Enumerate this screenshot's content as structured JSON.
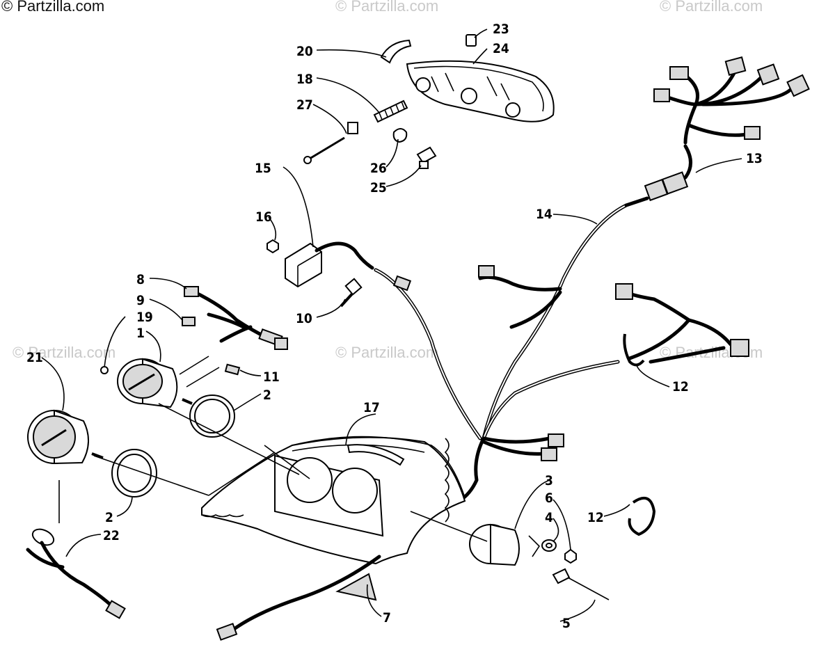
{
  "watermarks": {
    "top_left": "© Partzilla.com",
    "top_center": "© Partzilla.com",
    "top_right": "© Partzilla.com",
    "mid_left": "© Partzilla.com",
    "mid_center": "© Partzilla.com",
    "mid_right": "© Partzilla.com"
  },
  "callouts": {
    "c1": "1",
    "c2a": "2",
    "c2b": "2",
    "c3": "3",
    "c4": "4",
    "c5": "5",
    "c6": "6",
    "c7": "7",
    "c8": "8",
    "c9": "9",
    "c10": "10",
    "c11": "11",
    "c12a": "12",
    "c12b": "12",
    "c13": "13",
    "c14": "14",
    "c15": "15",
    "c16": "16",
    "c17": "17",
    "c18": "18",
    "c19": "19",
    "c20": "20",
    "c21": "21",
    "c22": "22",
    "c23": "23",
    "c24": "24",
    "c25": "25",
    "c26": "26",
    "c27": "27"
  }
}
